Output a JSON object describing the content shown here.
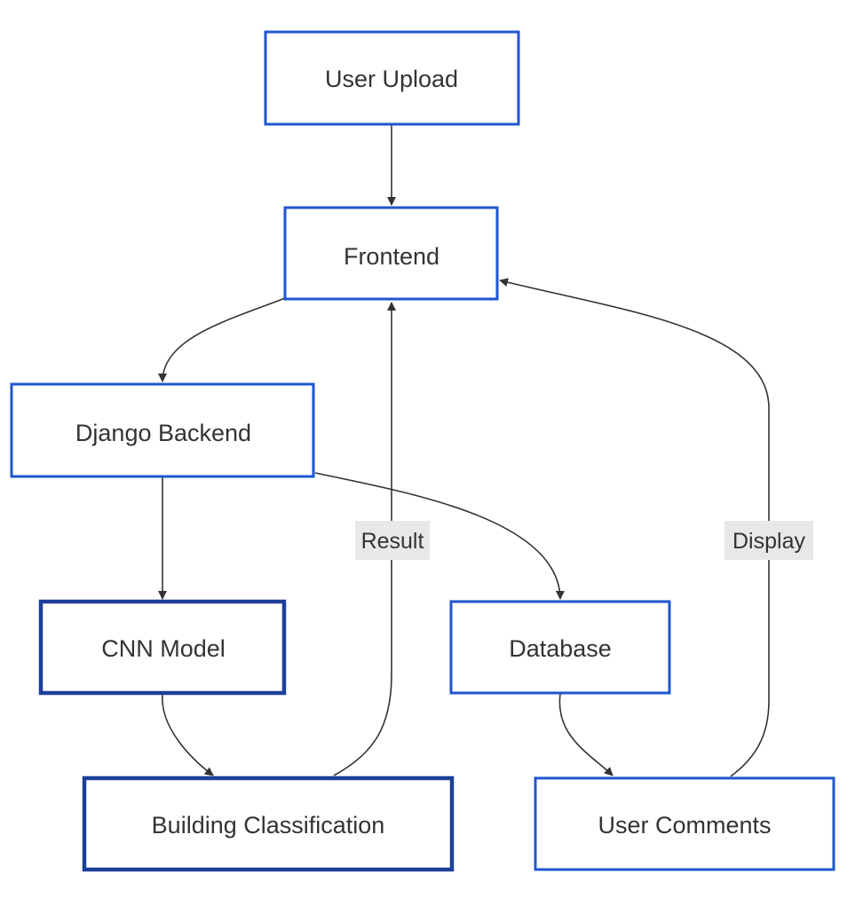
{
  "diagram": {
    "nodes": {
      "user_upload": "User Upload",
      "frontend": "Frontend",
      "django_backend": "Django Backend",
      "cnn_model": "CNN Model",
      "database": "Database",
      "building_classification": "Building Classification",
      "user_comments": "User Comments"
    },
    "edge_labels": {
      "result": "Result",
      "display": "Display"
    }
  },
  "colors": {
    "node_border": "#1f56cf",
    "node_border_emphasis": "#1c3f99",
    "edge": "#333333",
    "edge_label_background": "#e8e8e8"
  }
}
